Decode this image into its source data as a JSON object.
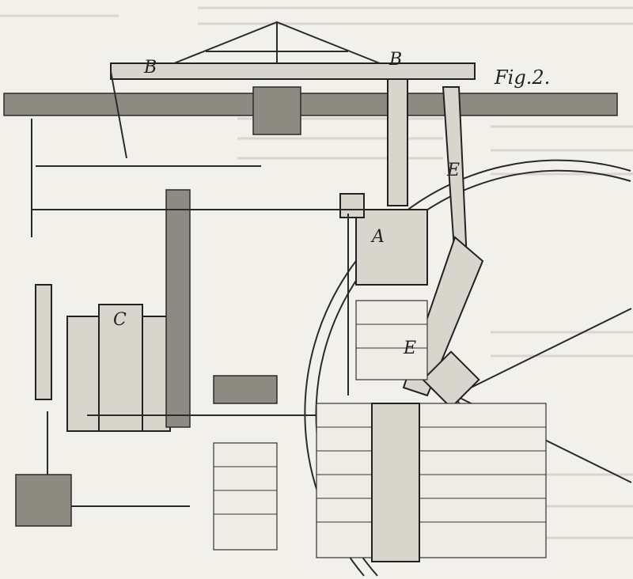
{
  "figure": {
    "caption": "Fig.2.",
    "labels": {
      "beam_left": "B",
      "beam_right": "B",
      "cylinder": "A",
      "condenser": "C",
      "connecting_rod_upper": "E",
      "connecting_rod_lower": "E"
    }
  }
}
